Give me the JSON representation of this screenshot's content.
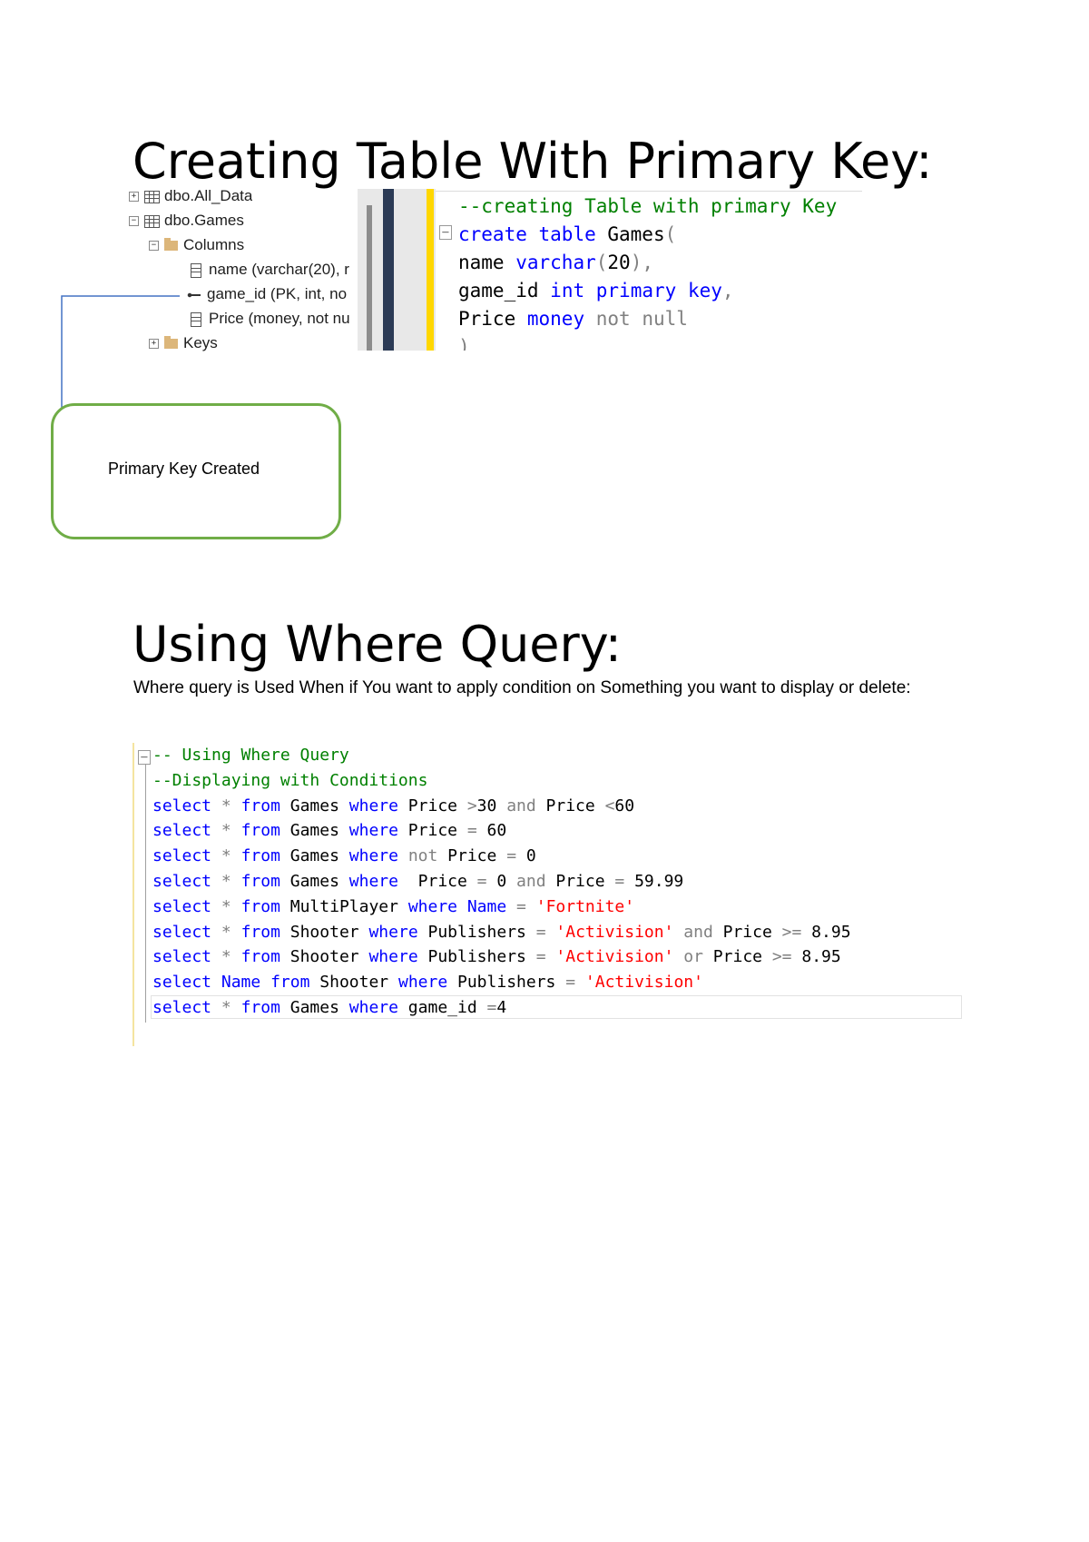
{
  "section1": {
    "heading": "Creating Table With Primary Key:"
  },
  "object_explorer": {
    "expanders": {
      "plus": "+",
      "minus": "−"
    },
    "items": [
      {
        "label": "dbo.All_Data",
        "icon": "table-icon",
        "expander": "+"
      },
      {
        "label": "dbo.Games",
        "icon": "table-icon",
        "expander": "−"
      },
      {
        "label": "Columns",
        "icon": "folder-icon",
        "expander": "−"
      },
      {
        "label": "name (varchar(20), r",
        "icon": "column-icon"
      },
      {
        "label": "game_id (PK, int, no",
        "icon": "key-icon"
      },
      {
        "label": "Price (money, not nu",
        "icon": "column-icon"
      },
      {
        "label": "Keys",
        "icon": "folder-icon",
        "expander": "+"
      }
    ]
  },
  "code_create": {
    "collapse_marker": "−",
    "lines": [
      [
        {
          "t": "--creating Table with primary Key",
          "c": "cm"
        }
      ],
      [
        {
          "t": "create",
          "c": "kw"
        },
        {
          "t": " ",
          "c": "pl"
        },
        {
          "t": "table",
          "c": "kw"
        },
        {
          "t": " Games",
          "c": "pl"
        },
        {
          "t": "(",
          "c": "gr"
        }
      ],
      [
        {
          "t": "name",
          "c": "pl"
        },
        {
          "t": " ",
          "c": "pl"
        },
        {
          "t": "varchar",
          "c": "kw"
        },
        {
          "t": "(",
          "c": "gr"
        },
        {
          "t": "20",
          "c": "pl"
        },
        {
          "t": "),",
          "c": "gr"
        }
      ],
      [
        {
          "t": "game_id",
          "c": "pl"
        },
        {
          "t": " ",
          "c": "pl"
        },
        {
          "t": "int",
          "c": "kw"
        },
        {
          "t": " ",
          "c": "pl"
        },
        {
          "t": "primary",
          "c": "kw"
        },
        {
          "t": " ",
          "c": "pl"
        },
        {
          "t": "key",
          "c": "kw"
        },
        {
          "t": ",",
          "c": "gr"
        }
      ],
      [
        {
          "t": "Price",
          "c": "pl"
        },
        {
          "t": " ",
          "c": "pl"
        },
        {
          "t": "money",
          "c": "kw"
        },
        {
          "t": " ",
          "c": "pl"
        },
        {
          "t": "not",
          "c": "gr"
        },
        {
          "t": " ",
          "c": "pl"
        },
        {
          "t": "null",
          "c": "gr"
        }
      ],
      [
        {
          "t": ")",
          "c": "gr"
        }
      ]
    ]
  },
  "callout": {
    "text": "Primary Key Created"
  },
  "section2": {
    "heading": "Using Where Query:",
    "description": "Where query is Used When if You want to apply condition on Something you want to display or delete:"
  },
  "code_where": {
    "collapse_marker": "−",
    "lines": [
      [
        {
          "t": "-- ",
          "c": "cm"
        },
        {
          "t": "Using Where Query",
          "c": "cm"
        }
      ],
      [
        {
          "t": "--Displaying with Conditions",
          "c": "cm"
        }
      ],
      [
        {
          "t": "select",
          "c": "kw"
        },
        {
          "t": " ",
          "c": "pl"
        },
        {
          "t": "*",
          "c": "gr"
        },
        {
          "t": " ",
          "c": "pl"
        },
        {
          "t": "from",
          "c": "kw"
        },
        {
          "t": " Games ",
          "c": "pl"
        },
        {
          "t": "where",
          "c": "kw"
        },
        {
          "t": " Price ",
          "c": "pl"
        },
        {
          "t": ">",
          "c": "gr"
        },
        {
          "t": "30 ",
          "c": "pl"
        },
        {
          "t": "and",
          "c": "gr"
        },
        {
          "t": " Price ",
          "c": "pl"
        },
        {
          "t": "<",
          "c": "gr"
        },
        {
          "t": "60",
          "c": "pl"
        }
      ],
      [
        {
          "t": "select",
          "c": "kw"
        },
        {
          "t": " ",
          "c": "pl"
        },
        {
          "t": "*",
          "c": "gr"
        },
        {
          "t": " ",
          "c": "pl"
        },
        {
          "t": "from",
          "c": "kw"
        },
        {
          "t": " Games ",
          "c": "pl"
        },
        {
          "t": "where",
          "c": "kw"
        },
        {
          "t": " Price ",
          "c": "pl"
        },
        {
          "t": "=",
          "c": "gr"
        },
        {
          "t": " 60",
          "c": "pl"
        }
      ],
      [
        {
          "t": "select",
          "c": "kw"
        },
        {
          "t": " ",
          "c": "pl"
        },
        {
          "t": "*",
          "c": "gr"
        },
        {
          "t": " ",
          "c": "pl"
        },
        {
          "t": "from",
          "c": "kw"
        },
        {
          "t": " Games ",
          "c": "pl"
        },
        {
          "t": "where",
          "c": "kw"
        },
        {
          "t": " ",
          "c": "pl"
        },
        {
          "t": "not",
          "c": "gr"
        },
        {
          "t": " Price ",
          "c": "pl"
        },
        {
          "t": "=",
          "c": "gr"
        },
        {
          "t": " 0",
          "c": "pl"
        }
      ],
      [
        {
          "t": "select",
          "c": "kw"
        },
        {
          "t": " ",
          "c": "pl"
        },
        {
          "t": "*",
          "c": "gr"
        },
        {
          "t": " ",
          "c": "pl"
        },
        {
          "t": "from",
          "c": "kw"
        },
        {
          "t": " Games ",
          "c": "pl"
        },
        {
          "t": "where",
          "c": "kw"
        },
        {
          "t": "  Price ",
          "c": "pl"
        },
        {
          "t": "=",
          "c": "gr"
        },
        {
          "t": " 0 ",
          "c": "pl"
        },
        {
          "t": "and",
          "c": "gr"
        },
        {
          "t": " Price ",
          "c": "pl"
        },
        {
          "t": "=",
          "c": "gr"
        },
        {
          "t": " 59.99",
          "c": "pl"
        }
      ],
      [
        {
          "t": "select",
          "c": "kw"
        },
        {
          "t": " ",
          "c": "pl"
        },
        {
          "t": "*",
          "c": "gr"
        },
        {
          "t": " ",
          "c": "pl"
        },
        {
          "t": "from",
          "c": "kw"
        },
        {
          "t": " MultiPlayer ",
          "c": "pl"
        },
        {
          "t": "where",
          "c": "kw"
        },
        {
          "t": " ",
          "c": "pl"
        },
        {
          "t": "Name",
          "c": "kw"
        },
        {
          "t": " ",
          "c": "pl"
        },
        {
          "t": "=",
          "c": "gr"
        },
        {
          "t": " ",
          "c": "pl"
        },
        {
          "t": "'Fortnite'",
          "c": "st"
        }
      ],
      [
        {
          "t": "select",
          "c": "kw"
        },
        {
          "t": " ",
          "c": "pl"
        },
        {
          "t": "*",
          "c": "gr"
        },
        {
          "t": " ",
          "c": "pl"
        },
        {
          "t": "from",
          "c": "kw"
        },
        {
          "t": " Shooter ",
          "c": "pl"
        },
        {
          "t": "where",
          "c": "kw"
        },
        {
          "t": " Publishers ",
          "c": "pl"
        },
        {
          "t": "=",
          "c": "gr"
        },
        {
          "t": " ",
          "c": "pl"
        },
        {
          "t": "'Activision'",
          "c": "st"
        },
        {
          "t": " ",
          "c": "pl"
        },
        {
          "t": "and",
          "c": "gr"
        },
        {
          "t": " Price ",
          "c": "pl"
        },
        {
          "t": ">=",
          "c": "gr"
        },
        {
          "t": " 8.95",
          "c": "pl"
        }
      ],
      [
        {
          "t": "select",
          "c": "kw"
        },
        {
          "t": " ",
          "c": "pl"
        },
        {
          "t": "*",
          "c": "gr"
        },
        {
          "t": " ",
          "c": "pl"
        },
        {
          "t": "from",
          "c": "kw"
        },
        {
          "t": " Shooter ",
          "c": "pl"
        },
        {
          "t": "where",
          "c": "kw"
        },
        {
          "t": " Publishers ",
          "c": "pl"
        },
        {
          "t": "=",
          "c": "gr"
        },
        {
          "t": " ",
          "c": "pl"
        },
        {
          "t": "'Activision'",
          "c": "st"
        },
        {
          "t": " ",
          "c": "pl"
        },
        {
          "t": "or",
          "c": "gr"
        },
        {
          "t": " Price ",
          "c": "pl"
        },
        {
          "t": ">=",
          "c": "gr"
        },
        {
          "t": " 8.95",
          "c": "pl"
        }
      ],
      [
        {
          "t": "select",
          "c": "kw"
        },
        {
          "t": " ",
          "c": "pl"
        },
        {
          "t": "Name",
          "c": "kw"
        },
        {
          "t": " ",
          "c": "pl"
        },
        {
          "t": "from",
          "c": "kw"
        },
        {
          "t": " Shooter ",
          "c": "pl"
        },
        {
          "t": "where",
          "c": "kw"
        },
        {
          "t": " Publishers ",
          "c": "pl"
        },
        {
          "t": "=",
          "c": "gr"
        },
        {
          "t": " ",
          "c": "pl"
        },
        {
          "t": "'Activision'",
          "c": "st"
        }
      ],
      [
        {
          "t": "select",
          "c": "kw"
        },
        {
          "t": " ",
          "c": "pl"
        },
        {
          "t": "*",
          "c": "gr"
        },
        {
          "t": " ",
          "c": "pl"
        },
        {
          "t": "from",
          "c": "kw"
        },
        {
          "t": " Games ",
          "c": "pl"
        },
        {
          "t": "where",
          "c": "kw"
        },
        {
          "t": " game_id ",
          "c": "pl"
        },
        {
          "t": "=",
          "c": "gr"
        },
        {
          "t": "4",
          "c": "pl"
        }
      ]
    ]
  },
  "colors": {
    "keyword": "#0000ff",
    "comment": "#008000",
    "operator": "#808080",
    "string": "#ff0000",
    "callout_border": "#70ad47",
    "arrow": "#4472c4",
    "editor_margin_yellow": "#ffd700"
  }
}
